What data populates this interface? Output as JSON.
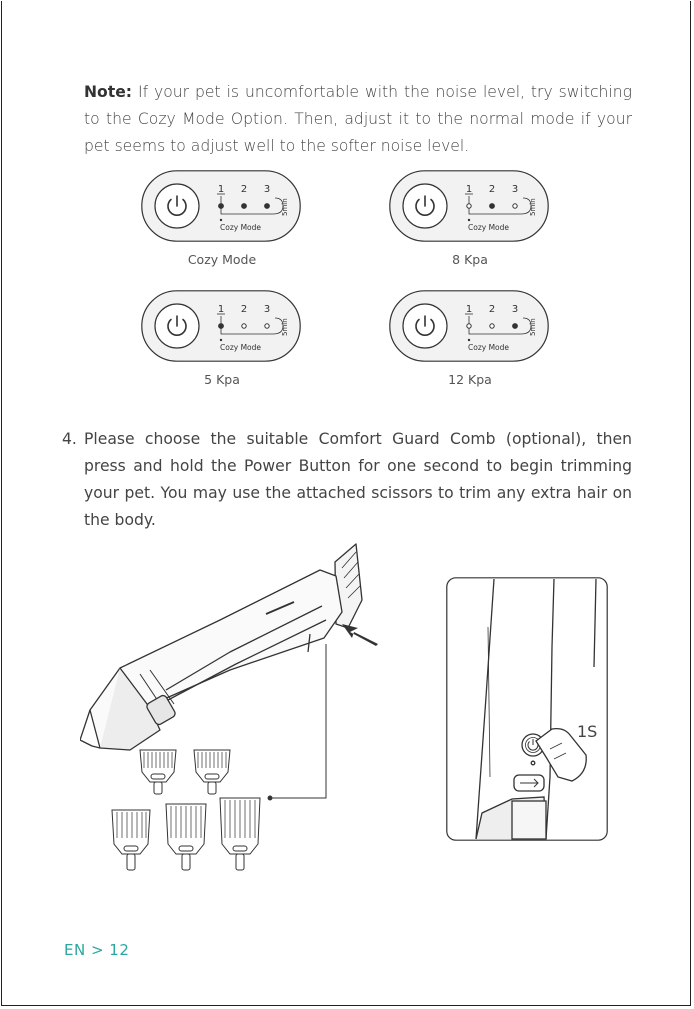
{
  "note": {
    "label": "Note:",
    "text": " If your pet is uncomfortable with the noise level, try switching to the Cozy Mode Option. Then, adjust it to the normal mode if your pet seems to adjust well to the softer noise level."
  },
  "panels": [
    {
      "caption": "Cozy Mode",
      "active": [
        true,
        true,
        true
      ]
    },
    {
      "caption": "8 Kpa",
      "active": [
        false,
        true,
        false
      ]
    },
    {
      "caption": "5 Kpa",
      "active": [
        true,
        false,
        false
      ]
    },
    {
      "caption": "12 Kpa",
      "active": [
        false,
        false,
        true
      ]
    }
  ],
  "panel_labels": {
    "n1": "1",
    "n2": "2",
    "n3": "3",
    "timer": "5min",
    "cozy": "Cozy Mode"
  },
  "step4": {
    "number": "4.",
    "text": "Please choose the suitable Comfort Guard Comb (optional), then press and hold the Power Button for one second to begin trimming your pet. You may use the attached scissors to trim any extra hair on the body."
  },
  "illustration": {
    "hold_label": "1S"
  },
  "footer": {
    "page": "EN > 12"
  },
  "colors": {
    "accent": "#2aa7a0",
    "panel_fill": "#f2f2f2",
    "ink": "#333333"
  }
}
